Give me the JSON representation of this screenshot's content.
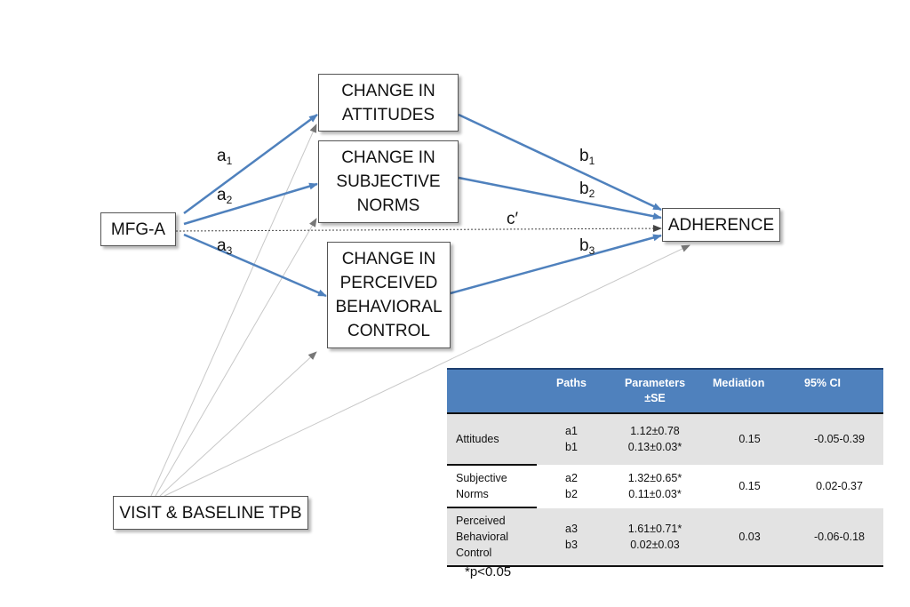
{
  "nodes": {
    "attitudes": [
      "CHANGE IN",
      "ATTITUDES"
    ],
    "norms": [
      "CHANGE IN",
      "SUBJECTIVE",
      "NORMS"
    ],
    "pbc": [
      "CHANGE IN",
      "PERCEIVED",
      "BEHAVIORAL",
      "CONTROL"
    ],
    "mfga": "MFG-A",
    "adherence": "ADHERENCE",
    "visit": "VISIT & BASELINE TPB"
  },
  "paths": {
    "a1": {
      "letter": "a",
      "sub": "1"
    },
    "a2": {
      "letter": "a",
      "sub": "2"
    },
    "a3": {
      "letter": "a",
      "sub": "3"
    },
    "b1": {
      "letter": "b",
      "sub": "1"
    },
    "b2": {
      "letter": "b",
      "sub": "2"
    },
    "b3": {
      "letter": "b",
      "sub": "3"
    },
    "c_prime": "c′"
  },
  "table": {
    "headers": [
      "",
      "Paths",
      "Parameters ±SE",
      "Mediation",
      "95% CI"
    ],
    "rows": [
      {
        "label": "Attitudes",
        "paths": [
          "a1",
          "b1"
        ],
        "params": [
          "1.12±0.78",
          "0.13±0.03*"
        ],
        "mediation": "0.15",
        "ci": "-0.05-0.39"
      },
      {
        "label": "Subjective Norms",
        "paths": [
          "a2",
          "b2"
        ],
        "params": [
          "1.32±0.65*",
          "0.11±0.03*"
        ],
        "mediation": "0.15",
        "ci": "0.02-0.37"
      },
      {
        "label": "Perceived Behavioral Control",
        "paths": [
          "a3",
          "b3"
        ],
        "params": [
          "1.61±0.71*",
          "0.02±0.03"
        ],
        "mediation": "0.03",
        "ci": "-0.06-0.18"
      }
    ]
  },
  "footnote": "*p<0.05",
  "colors": {
    "arrow": "#4f81bd",
    "header": "#4f81bd",
    "shade": "#e3e3e3"
  }
}
